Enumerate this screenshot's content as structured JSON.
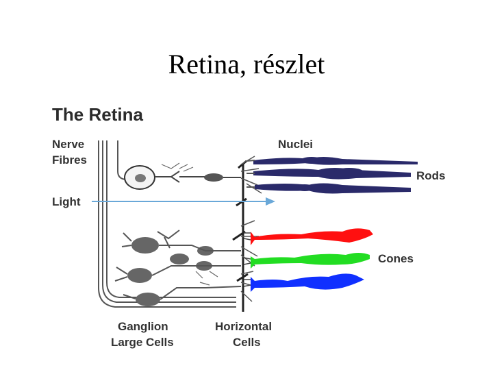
{
  "slide": {
    "title": "Retina, részlet"
  },
  "diagram": {
    "heading": "The Retina",
    "labels": {
      "nerve_line1": "Nerve",
      "nerve_line2": "Fibres",
      "nuclei": "Nuclei",
      "rods": "Rods",
      "light": "Light",
      "cones": "Cones",
      "ganglion_line1": "Ganglion",
      "ganglion_line2": "Large Cells",
      "horizontal_line1": "Horizontal",
      "horizontal_line2": "Cells"
    },
    "colors": {
      "rod": "#2a2a6a",
      "cone_red": "#ff1010",
      "cone_green": "#22dd22",
      "cone_blue": "#1030ff",
      "light_arrow": "#6aa8d8",
      "neuron": "#555555"
    }
  }
}
